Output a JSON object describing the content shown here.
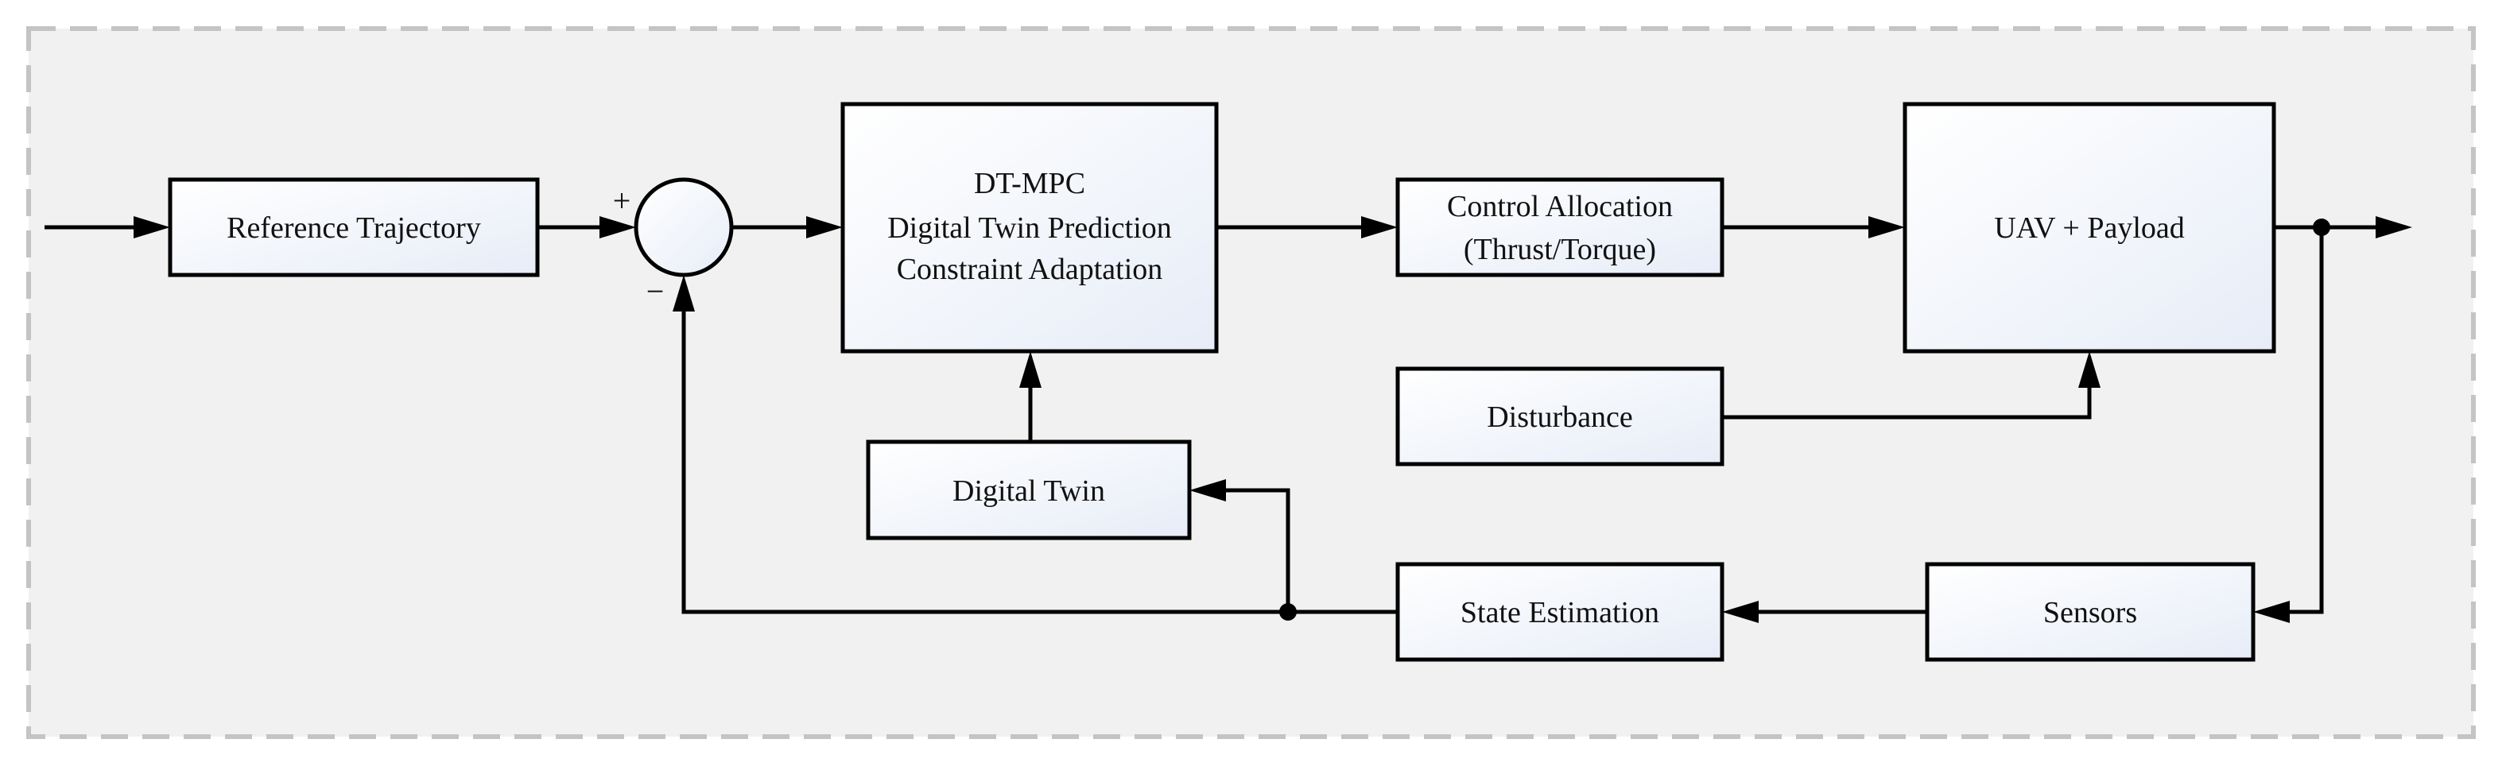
{
  "blocks": {
    "reference_trajectory": "Reference Trajectory",
    "dt_mpc": [
      "DT-MPC",
      "Digital Twin Prediction",
      "Constraint Adaptation"
    ],
    "control_allocation": [
      "Control Allocation",
      "(Thrust/Torque)"
    ],
    "uav_payload": "UAV + Payload",
    "disturbance": "Disturbance",
    "digital_twin": "Digital Twin",
    "state_estimation": "State Estimation",
    "sensors": "Sensors"
  },
  "summing_junction": {
    "plus": "+",
    "minus": "−"
  },
  "colors": {
    "frame_fill": "#f1f1f1",
    "frame_border": "#c4c4c4",
    "block_fill_light": "#ffffff",
    "block_fill_tint": "#e9eef8",
    "line": "#000000"
  }
}
